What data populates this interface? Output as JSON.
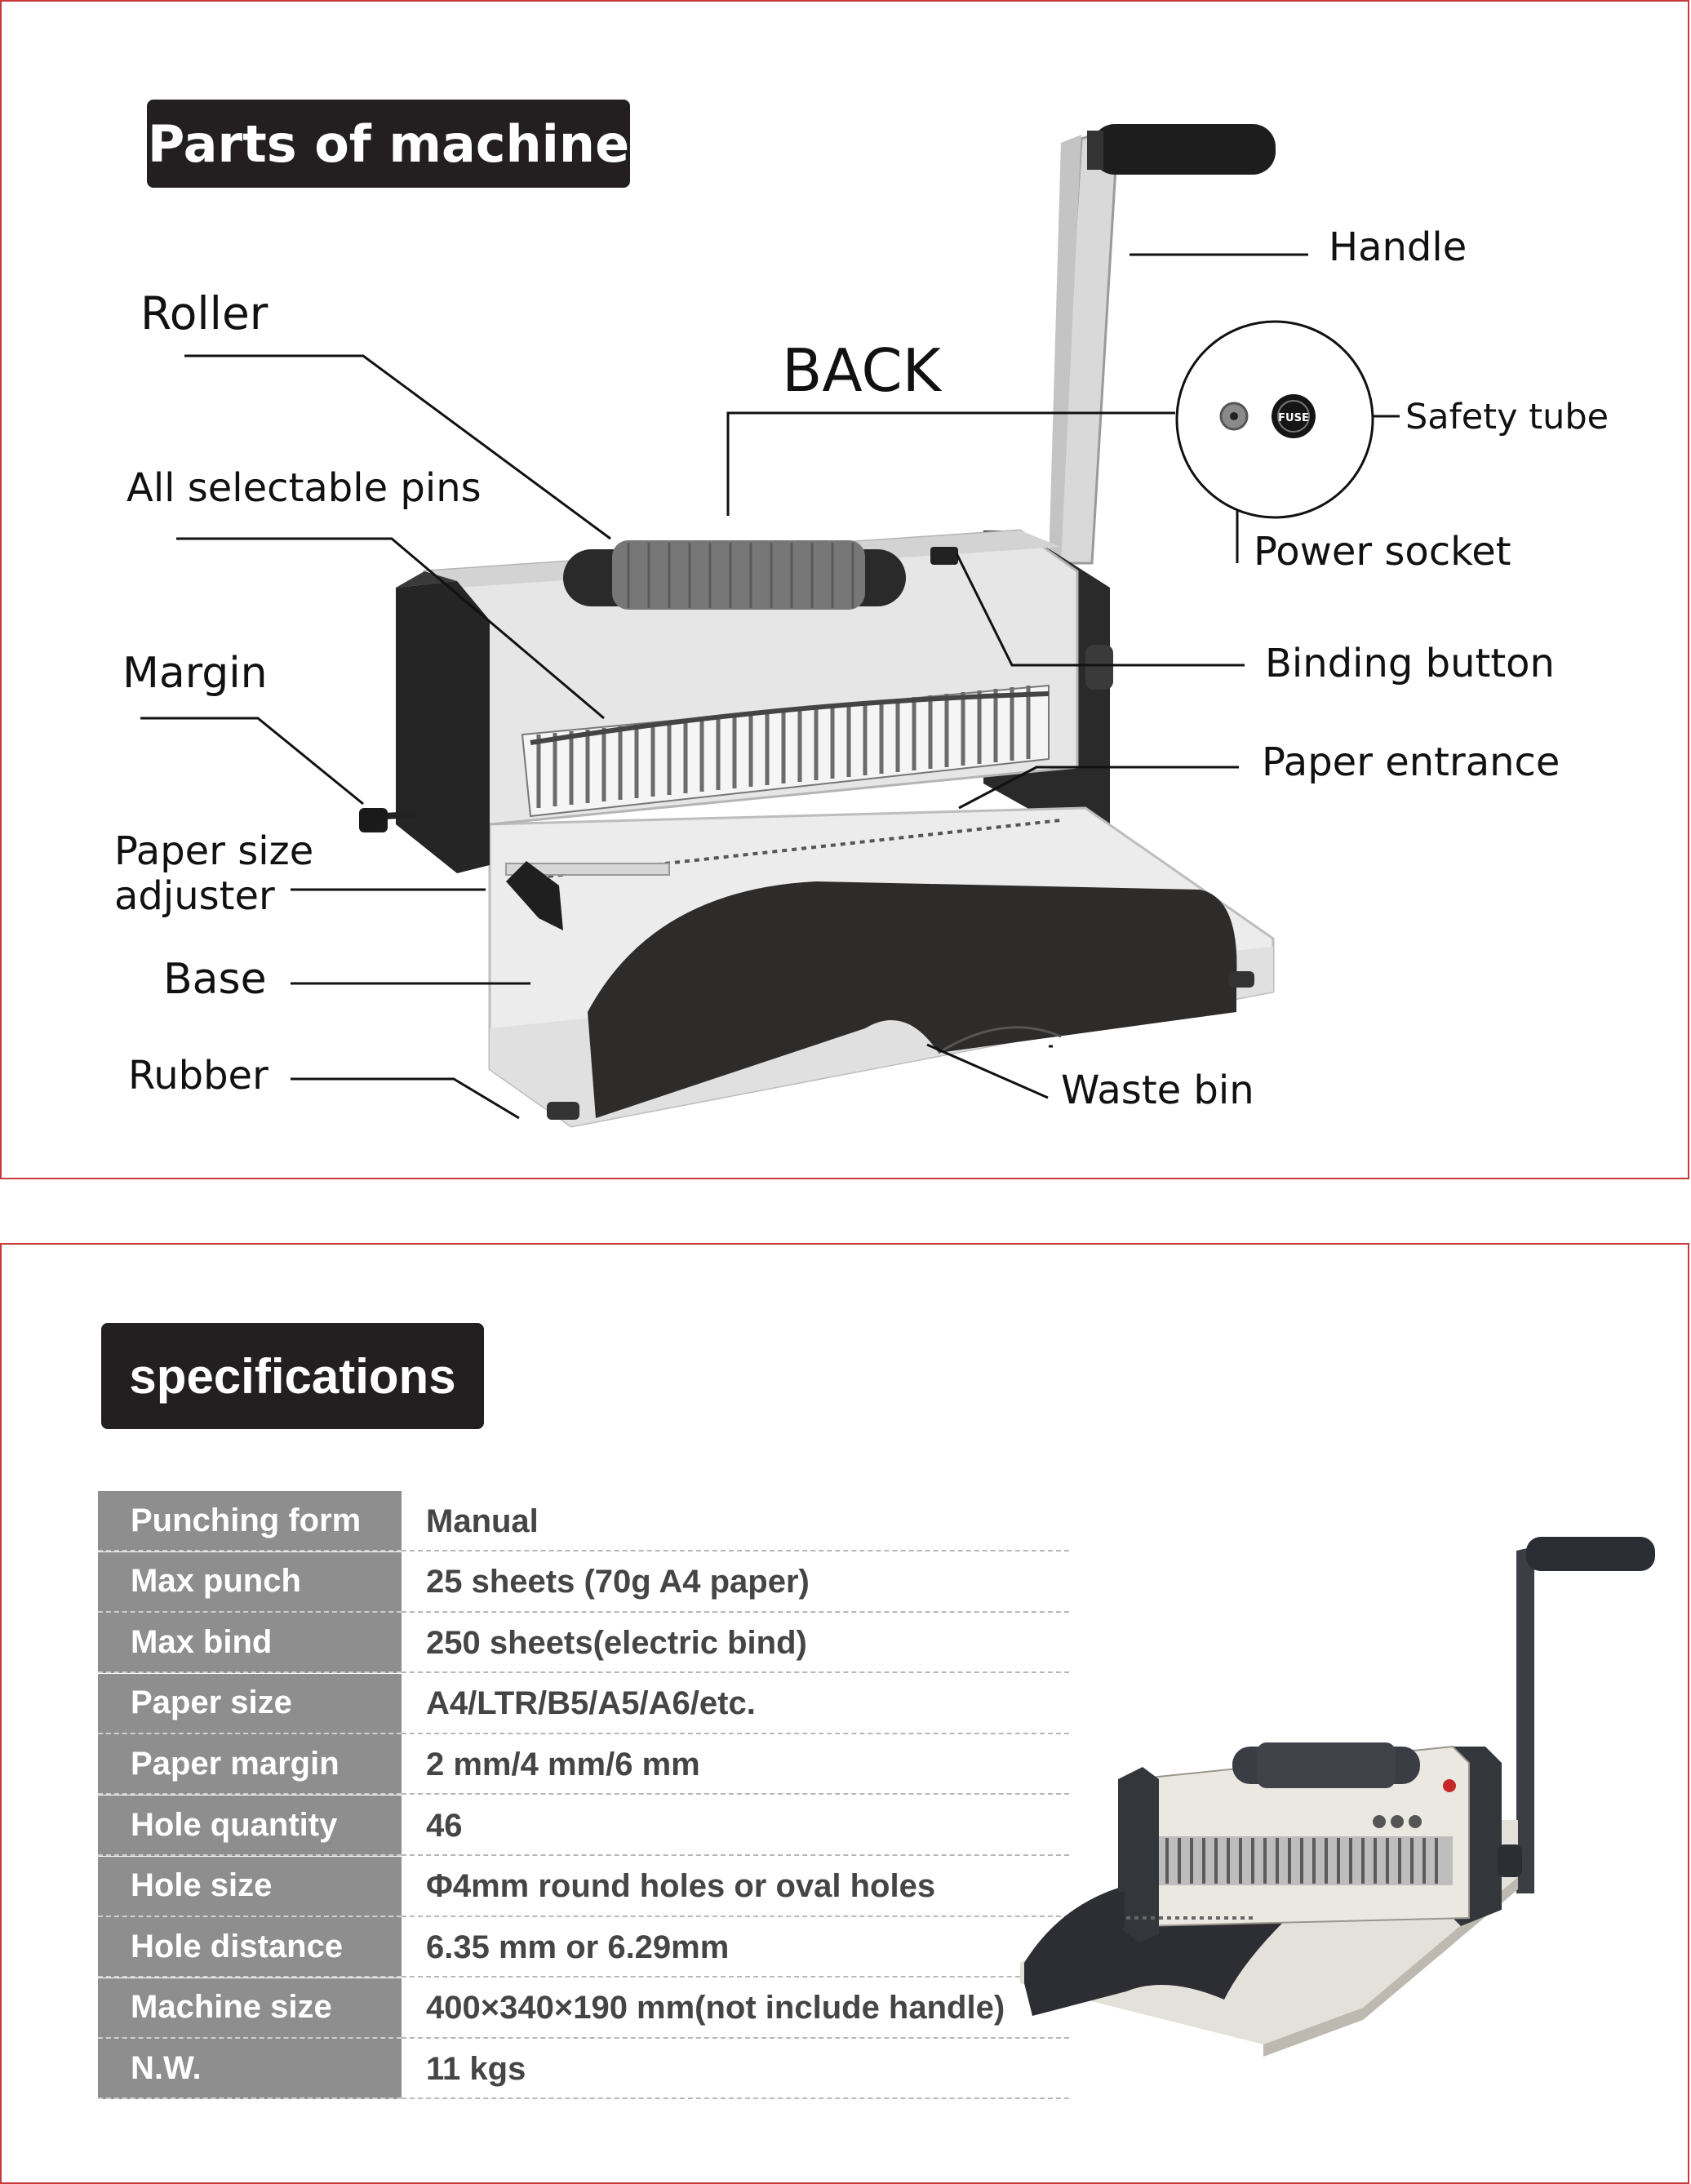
{
  "parts_section": {
    "title": "Parts of machine",
    "labels": {
      "roller": "Roller",
      "back": "BACK",
      "handle": "Handle",
      "safety_tube": "Safety tube",
      "power_socket": "Power socket",
      "all_selectable_pins": "All selectable pins",
      "margin": "Margin",
      "binding_button": "Binding button",
      "paper_entrance": "Paper entrance",
      "paper_size_adjuster_line1": "Paper size",
      "paper_size_adjuster_line2": "adjuster",
      "base": "Base",
      "rubber": "Rubber",
      "waste_bin": "Waste bin",
      "fuse_mark": "FUSE"
    }
  },
  "specs_section": {
    "title": "specifications",
    "rows": [
      {
        "key": "Punching form",
        "value": "Manual"
      },
      {
        "key": "Max punch",
        "value": "25 sheets (70g A4 paper)"
      },
      {
        "key": "Max bind",
        "value": "250 sheets(electric bind)"
      },
      {
        "key": "Paper size",
        "value": "A4/LTR/B5/A5/A6/etc."
      },
      {
        "key": "Paper margin",
        "value": "2 mm/4 mm/6 mm"
      },
      {
        "key": "Hole quantity",
        "value": "46"
      },
      {
        "key": "Hole size",
        "value": "Φ4mm round holes or oval holes"
      },
      {
        "key": "Hole distance",
        "value": "6.35 mm or 6.29mm"
      },
      {
        "key": "Machine size",
        "value": "400×340×190 mm(not include handle)"
      },
      {
        "key": "N.W.",
        "value": "11 kgs"
      }
    ]
  }
}
